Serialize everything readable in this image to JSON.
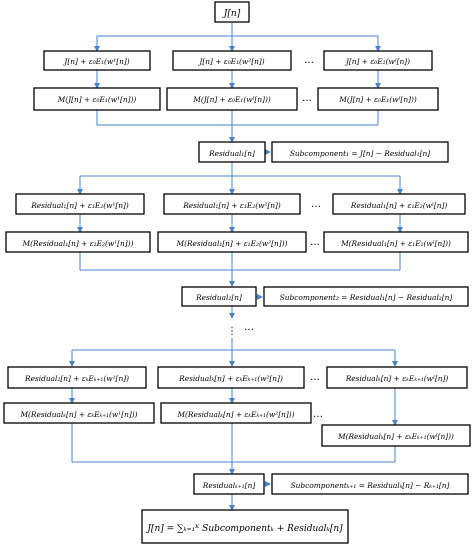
{
  "nodes": {
    "input": "J[n]",
    "stage1": {
      "inputs": [
        "J[n] + ε₀E₁(w¹[n])",
        "J[n] + ε₀E₁(w²[n])",
        "J[n] + ε₀E₁(wᴵ[n])"
      ],
      "means": [
        "M(J[n] + ε₀E₁(w¹[n]))",
        "M(J[n] + ε₀E₁(wᴵ[n]))",
        "M(J[n] + ε₀E₁(wᴵ[n]))"
      ]
    },
    "residual1": "Residual₁[n]",
    "subcomponent1": "Subcomponent₁ = J[n] − Residual₁[n]",
    "stage2": {
      "inputs": [
        "Residual₁[n] + ε₁E₂(w¹[n])",
        "Residual₁[n] + ε₁E₂(w²[n])",
        "Residual₁[n] + ε₁E₂(wᴵ[n])"
      ],
      "means": [
        "M(Residual₁[n] + ε₁E₂(w¹[n]))",
        "M(Residual₁[n] + ε₁E₂(w²[n]))",
        "M(Residual₁[n] + ε₁E₂(wᴵ[n]))"
      ]
    },
    "residual2": "Residual₂[n]",
    "subcomponent2": "Subcomponent₂ = Residual₁[n] − Residual₂[n]",
    "stageK": {
      "inputs": [
        "Residual₂[n] + εₖEₖ₊₁(w¹[n])",
        "Residualₖ[n] + εₖEₖ₊₁(w²[n])",
        "Residualₖ[n] + εₖEₖ₊₁(wᴵ[n])"
      ],
      "means": [
        "M(Residualₖ[n] + εₖEₖ₊₁(w¹[n]))",
        "M(Residualₖ[n] + εₖEₖ₊₁(w²[n]))",
        "M(Residualₖ[n] + εₖEₖ₊₁(wᴵ[n]))"
      ]
    },
    "residualK1": "Residualₖ₊₁[n]",
    "subcomponentK1": "Subcomponentₖ₊₁ = Residualₖ[n] − Rₖ₊₁[n]",
    "final": "J[n] = ∑ₖ₌₁ᴷ Subcomponentₖ + Residualₖ[n]"
  },
  "ellipsis": "…",
  "vertical_ellipsis": "⋮"
}
